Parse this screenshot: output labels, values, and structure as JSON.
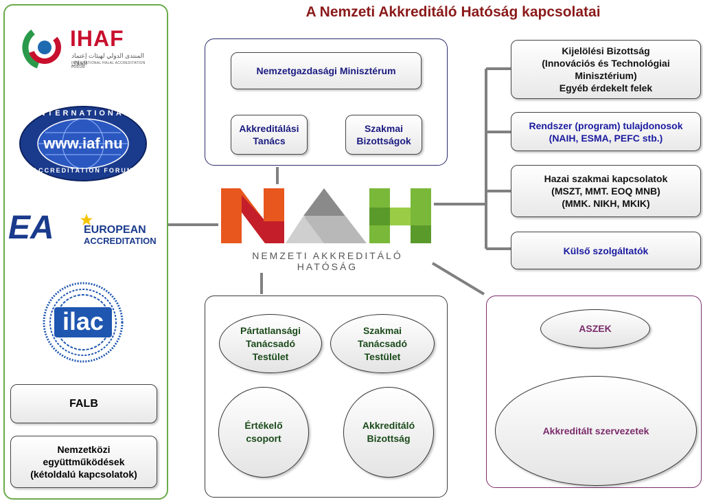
{
  "title": "A Nemzeti Akkreditáló Hatóság kapcsolatai",
  "left_panel": {
    "logos": {
      "ihaf": {
        "name": "IHAF",
        "arabic": "المنتدى الدولي لهيئات إعتماد الحلال",
        "subtitle": "INTERNATIONAL HALAL ACCREDITATION FORUM"
      },
      "iaf": {
        "ring_top": "INTERNATIONAL",
        "url": "www.iaf.nu",
        "ring_bottom": "ACCREDITATION FORUM"
      },
      "ea": {
        "mark": "EA",
        "line1": "EUROPEAN",
        "line2": "ACCREDITATION"
      },
      "ilac": {
        "name": "ilac"
      }
    },
    "falb": "FALB",
    "international": [
      "Nemzetközi",
      "együttműködések",
      "(kétoldalú kapcsolatok)"
    ]
  },
  "top_panel": {
    "ministry": "Nemzetgazdasági Minisztérum",
    "council": [
      "Akkreditálási",
      "Tanács"
    ],
    "committees": [
      "Szakmai",
      "Bizottságok"
    ]
  },
  "nah": {
    "caption": "NEMZETI AKKREDITÁLÓ HATÓSÁG"
  },
  "right_boxes": {
    "kijelolesi": [
      "Kijelölési Bizottság",
      "(Innovációs és Technológiai",
      "Minisztérium)",
      "Egyéb érdekelt felek"
    ],
    "rendszer": [
      "Rendszer (program) tulajdonosok",
      "(NAIH, ESMA, PEFC stb.)"
    ],
    "hazai": [
      "Hazai szakmai kapcsolatok",
      "(MSZT, MMT. EOQ MNB)",
      "(MMK. NIKH, MKIK)"
    ],
    "kulso": "Külső szolgáltatók"
  },
  "bottom_panel": {
    "partatlansagi": [
      "Pártatlansági",
      "Tanácsadó",
      "Testület"
    ],
    "szakmai": [
      "Szakmai",
      "Tanácsadó",
      "Testület"
    ],
    "ertekelo": [
      "Értékelő",
      "csoport"
    ],
    "akkreditalo": [
      "Akkreditáló",
      "Bizottság"
    ]
  },
  "right_panel": {
    "aszek": "ASZEK",
    "akkreditalt": "Akkreditált szervezetek"
  },
  "colors": {
    "green_border": "#6aaa4a",
    "navy_border": "#2a2a6a",
    "purple_border": "#7a2a6a",
    "title_red": "#8b1a1a",
    "blue_text": "#1a1aa0",
    "dark_green_text": "#1a4a1a",
    "purple_text": "#7a2a6a",
    "nah_orange": "#e8571d",
    "nah_red": "#c41e2a",
    "nah_grey": "#9a9a9a",
    "nah_green": "#7ab83a",
    "connector_grey": "#808080"
  }
}
